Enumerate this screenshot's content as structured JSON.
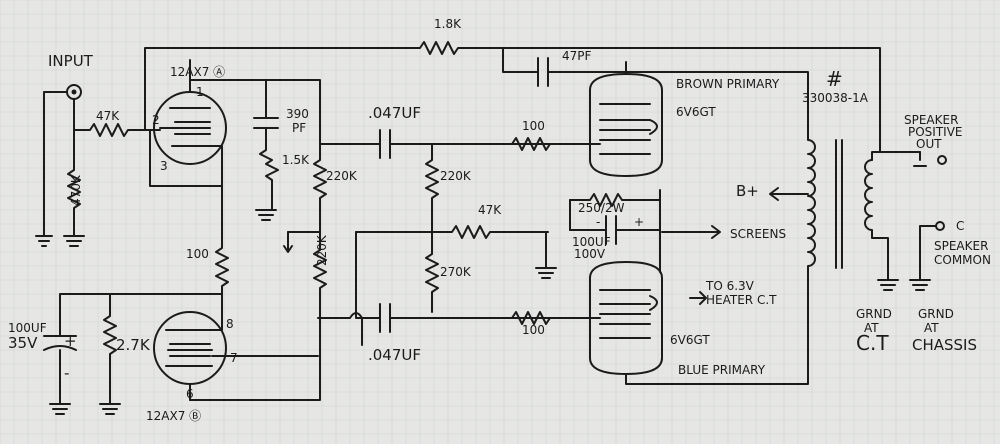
{
  "labels": {
    "input": "INPUT",
    "r_input_series": "47K",
    "r_input_ground": "470K",
    "tube_a": "12AX7 Ⓐ",
    "tube_b": "12AX7 Ⓑ",
    "pin_1": "1",
    "pin_2": "2",
    "pin_3": "3",
    "pin_6": "6",
    "pin_7": "7",
    "pin_8": "8",
    "c_390": "390",
    "c_390_unit": "PF",
    "r_1_5k": "1.5K",
    "r_100_tube": "100",
    "c_cathode": "100UF",
    "c_cathode_v": "35V",
    "r_2_7k": "2.7K",
    "r_220k_a": "220K",
    "r_220k_b": "220K",
    "r_220k_c": "220K",
    "r_270k": "270K",
    "c_047_top": ".047UF",
    "c_047_bottom": ".047UF",
    "r_47k_mid": "47K",
    "r_feedback": "1.8K",
    "c_47pf": "47PF",
    "r_100_grid_top": "100",
    "r_100_grid_bottom": "100",
    "r_250": "250/2W",
    "c_bypass": "100UF",
    "c_bypass_v": "100V",
    "plus": "+",
    "minus": "-",
    "tube_top": "6V6GT",
    "tube_bottom": "6V6GT",
    "brown": "BROWN PRIMARY",
    "blue": "BLUE PRIMARY",
    "bplus": "B+",
    "screens": "SCREENS",
    "heater_1": "TO 6.3V",
    "heater_2": "HEATER C.T",
    "xfmr": "#",
    "xfmr_part": "330038-1A",
    "spk_pos_1": "SPEAKER",
    "spk_pos_2": "POSITIVE",
    "spk_pos_3": "OUT",
    "spk_c": "C",
    "spk_com_1": "SPEAKER",
    "spk_com_2": "COMMON",
    "grnd_ct_1": "GRND",
    "grnd_ct_2": "AT",
    "grnd_ct_3": "C.T",
    "grnd_ch_1": "GRND",
    "grnd_ch_2": "AT",
    "grnd_ch_3": "CHASSIS"
  }
}
